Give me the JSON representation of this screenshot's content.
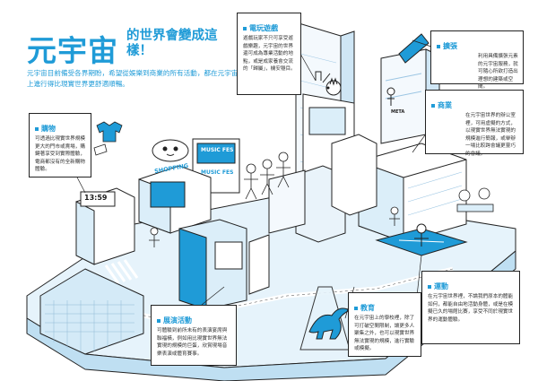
{
  "title": {
    "main": "元宇宙",
    "sub": "的世界會變成這樣！"
  },
  "intro": "元宇宙目前備受各界期盼，希望從娛樂到商業的所有活動，都在元宇宙上進行得比現實世界更舒適順暢。",
  "panels": {
    "game": {
      "head": "電玩遊戲",
      "body": "遊戲玩家不只可享受遊戲樂趣，元宇宙的世界還可成為專業活動的地點，或是成家養會交流的「歸屬」，機安穩目。"
    },
    "ar": {
      "head": "擴張",
      "body": "利用具備擴張元素的元宇宙服務，就可隨心所欲打造出理想的建築或空間。"
    },
    "business": {
      "head": "商業",
      "body": "在元宇宙世界的辦公室裡，可用虛擬的方式，以現實世界無法實現的規模進行簡報，或舉辦一場比較跨會議更靈巧的會議。"
    },
    "shopping": {
      "head": "購物",
      "body": "可透過比現實世界規模更大的門市或賣場，購鍵著享受到實際體驗，電商都沒有的全新購物體驗。"
    },
    "live": {
      "head": "展演活動",
      "body": "可體驗到前所未有的表演宴席與聯福橫，例如用比現實世界無法實現的規模的巨蛋，欣賞現場音樂表演或體育賽事。"
    },
    "education": {
      "head": "教育",
      "body": "在元宇宙上的學校裡，除了可打破空間限制，讓更多人聚集之外，也可以現實世界無法實現的規模，進行實驗或模擬。"
    },
    "sports": {
      "head": "運動",
      "body": "在元宇宙世界裡，不論我們原本的體能如何，都能自由地活動身體，或是在模擬已久的場館比賽，享受不同於現實世界的運動體驗。"
    }
  },
  "signs": {
    "shopping": "SHOPPING",
    "clock": "13:59",
    "music_top": "MUSIC FES",
    "music_bottom": "MUSIC FES",
    "meta": "META"
  },
  "colors": {
    "accent": "#1f9bd7",
    "ink": "#222222",
    "light": "#e6f3fb"
  }
}
